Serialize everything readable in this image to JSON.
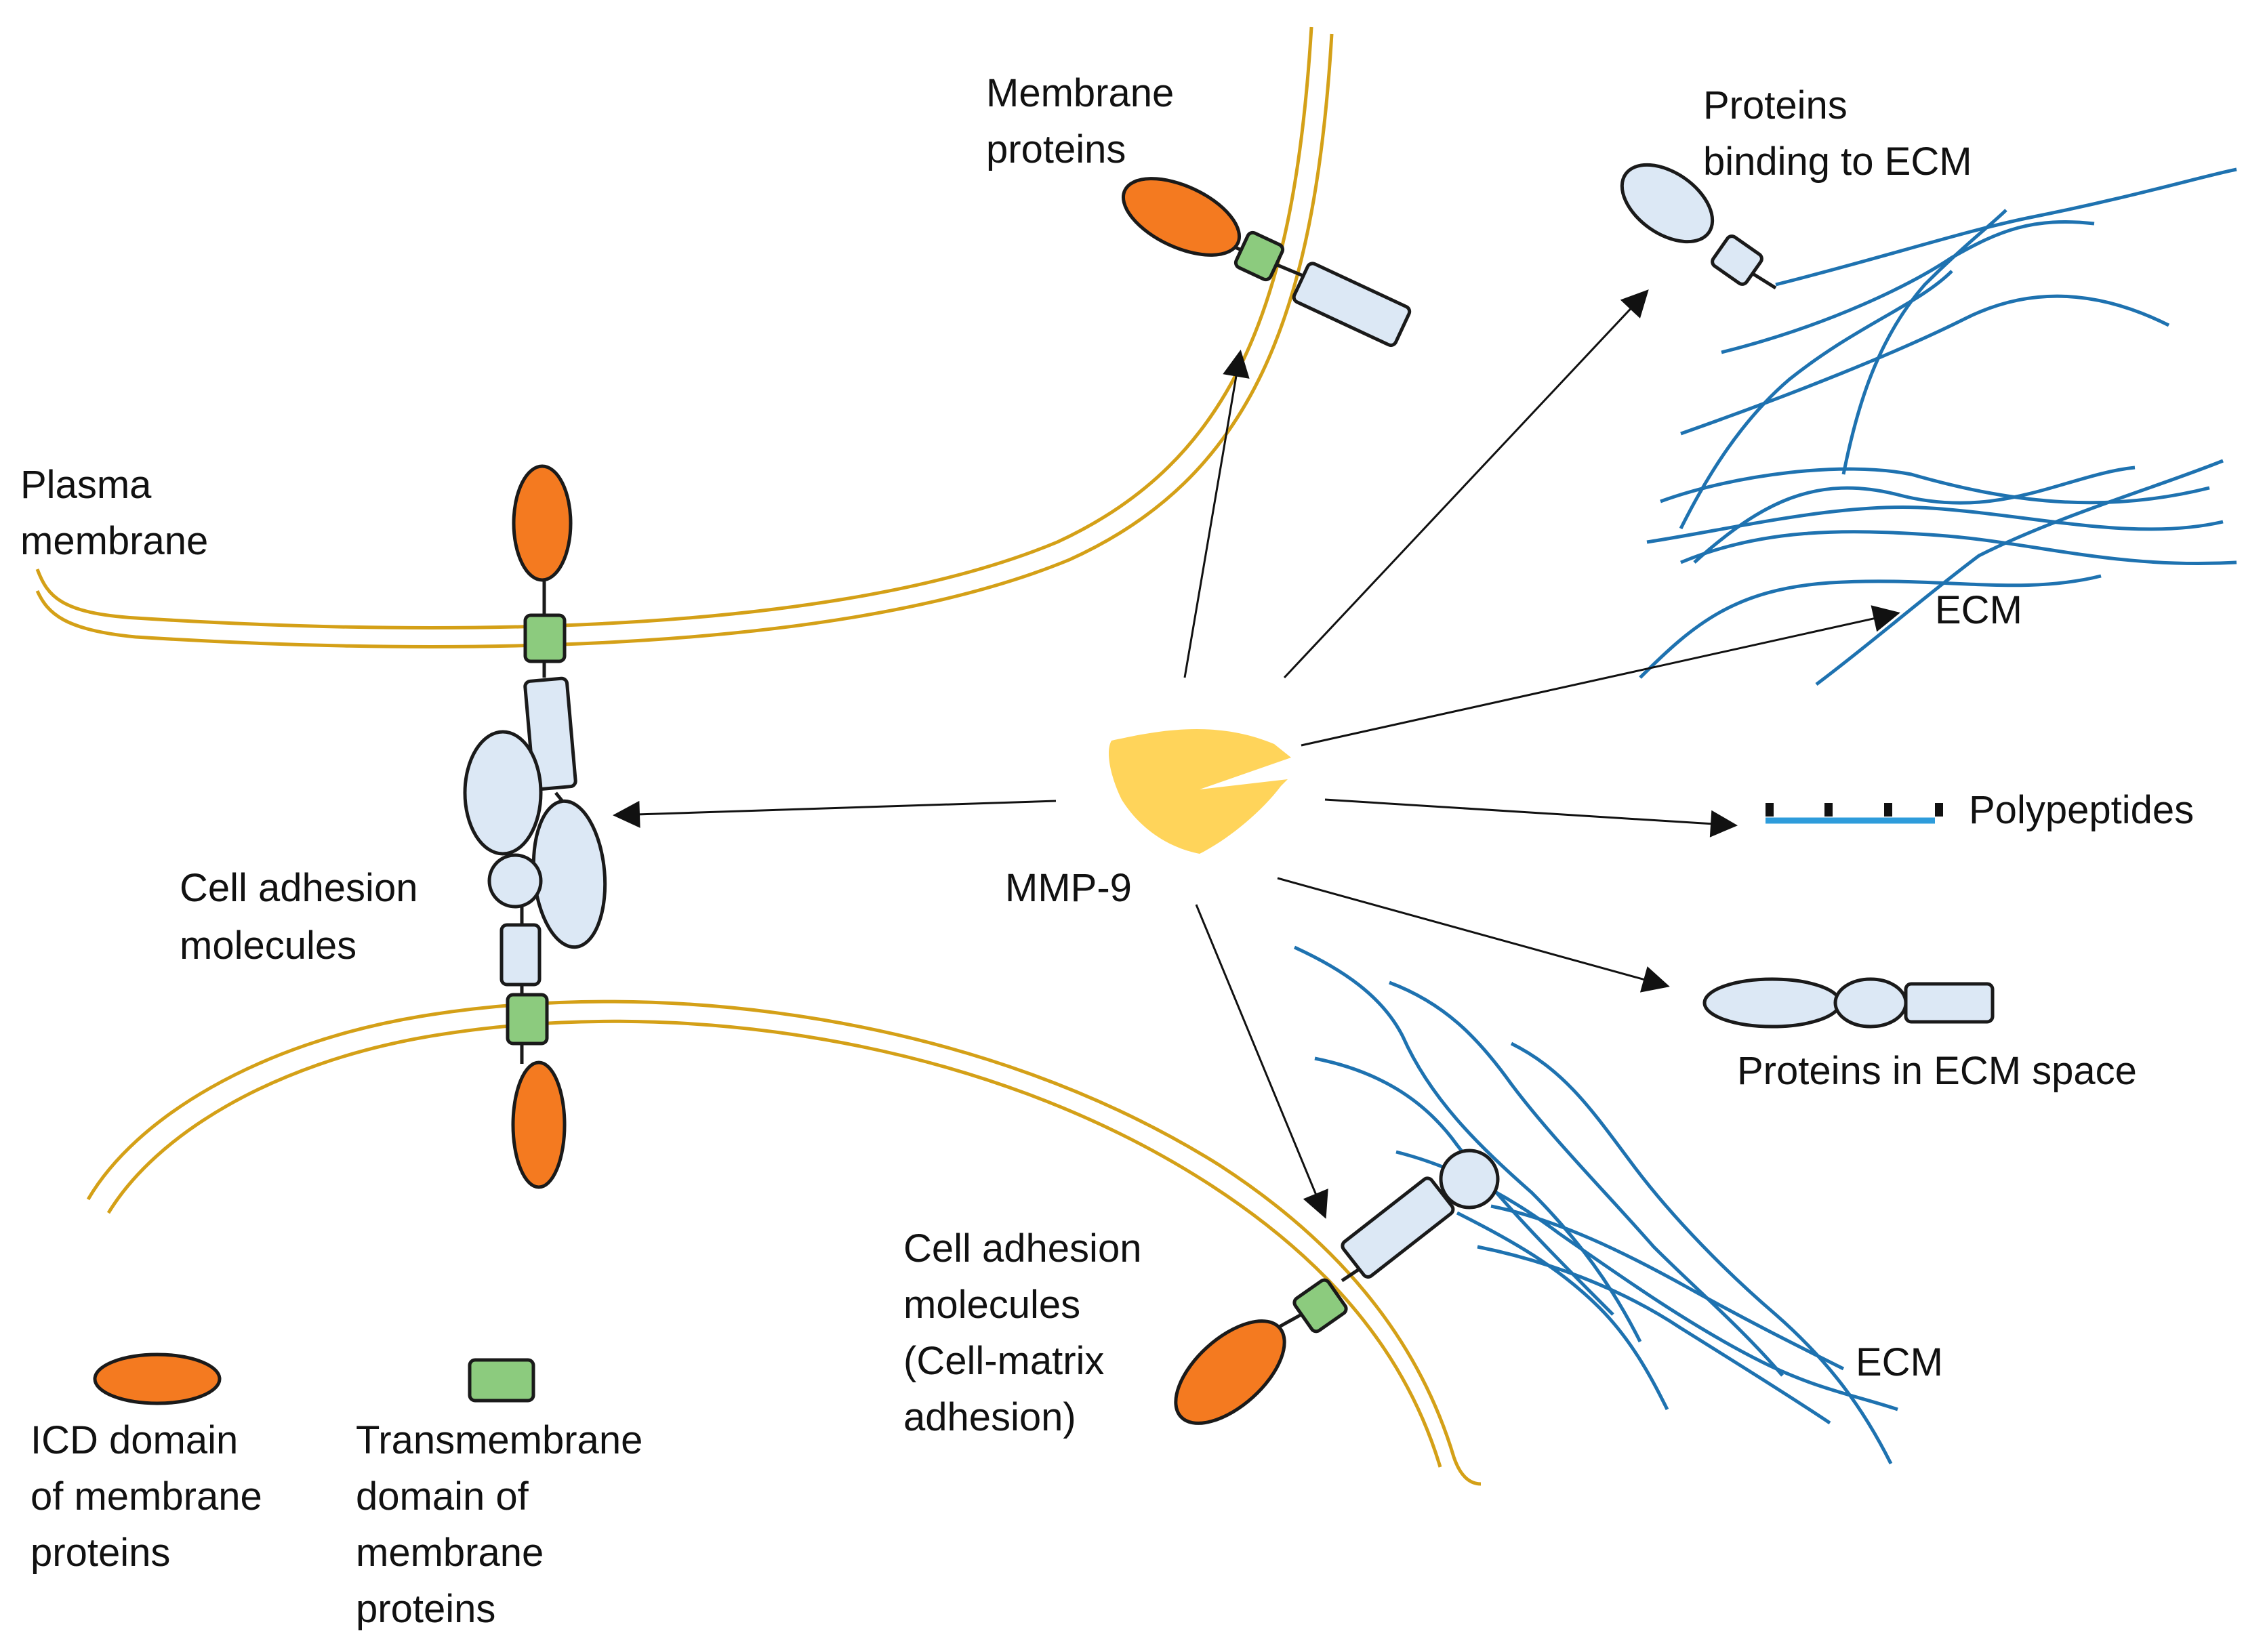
{
  "colors": {
    "membrane": "#D4A017",
    "icd": "#F47A20",
    "transmembrane": "#8CCB7E",
    "protein": "#DCE8F5",
    "outline": "#1A1A1A",
    "ecm_fiber": "#1E72B0",
    "polypeptide": "#2E9CDB",
    "mmp9": "#FFD45A",
    "arrow": "#111111"
  },
  "center": {
    "label": "MMP-9",
    "icon": "mmp9-enzyme-icon"
  },
  "labels": {
    "membrane_proteins": [
      "Membrane",
      "proteins"
    ],
    "proteins_binding_ecm": [
      "Proteins",
      "binding to ECM"
    ],
    "plasma_membrane": [
      "Plasma",
      "membrane"
    ],
    "ecm_top": "ECM",
    "polypeptides": "Polypeptides",
    "cell_adhesion_left": [
      "Cell adhesion",
      "molecules"
    ],
    "proteins_in_ecm_space": "Proteins in ECM space",
    "cell_adhesion_bottom": [
      "Cell adhesion",
      "molecules",
      "(Cell-matrix",
      "adhesion)"
    ],
    "ecm_bottom": "ECM"
  },
  "legend": {
    "icd": [
      "ICD domain",
      "of membrane",
      "proteins"
    ],
    "transmembrane": [
      "Transmembrane",
      "domain of",
      "membrane",
      "proteins"
    ]
  }
}
